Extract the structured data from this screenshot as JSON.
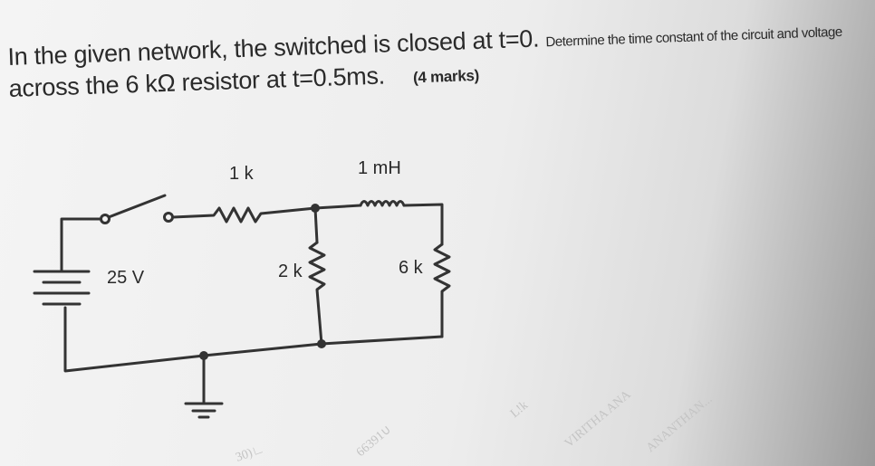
{
  "question": {
    "line1_main": "In the given network, the switched is closed at t=0.",
    "line1_small": "Determine the time constant of the circuit and voltage",
    "line2_main": "across the 6 kΩ resistor at t=0.5ms.",
    "marks": "(4 marks)"
  },
  "circuit": {
    "source_label": "25 V",
    "r1_label": "1 k",
    "inductor_label": "1 mH",
    "r2_label": "2 k",
    "r3_label": "6 k"
  },
  "watermarks": [
    "30)∟",
    "66391∪",
    "L!k",
    "VIRITHA ANA",
    "ANANTHAN..."
  ]
}
